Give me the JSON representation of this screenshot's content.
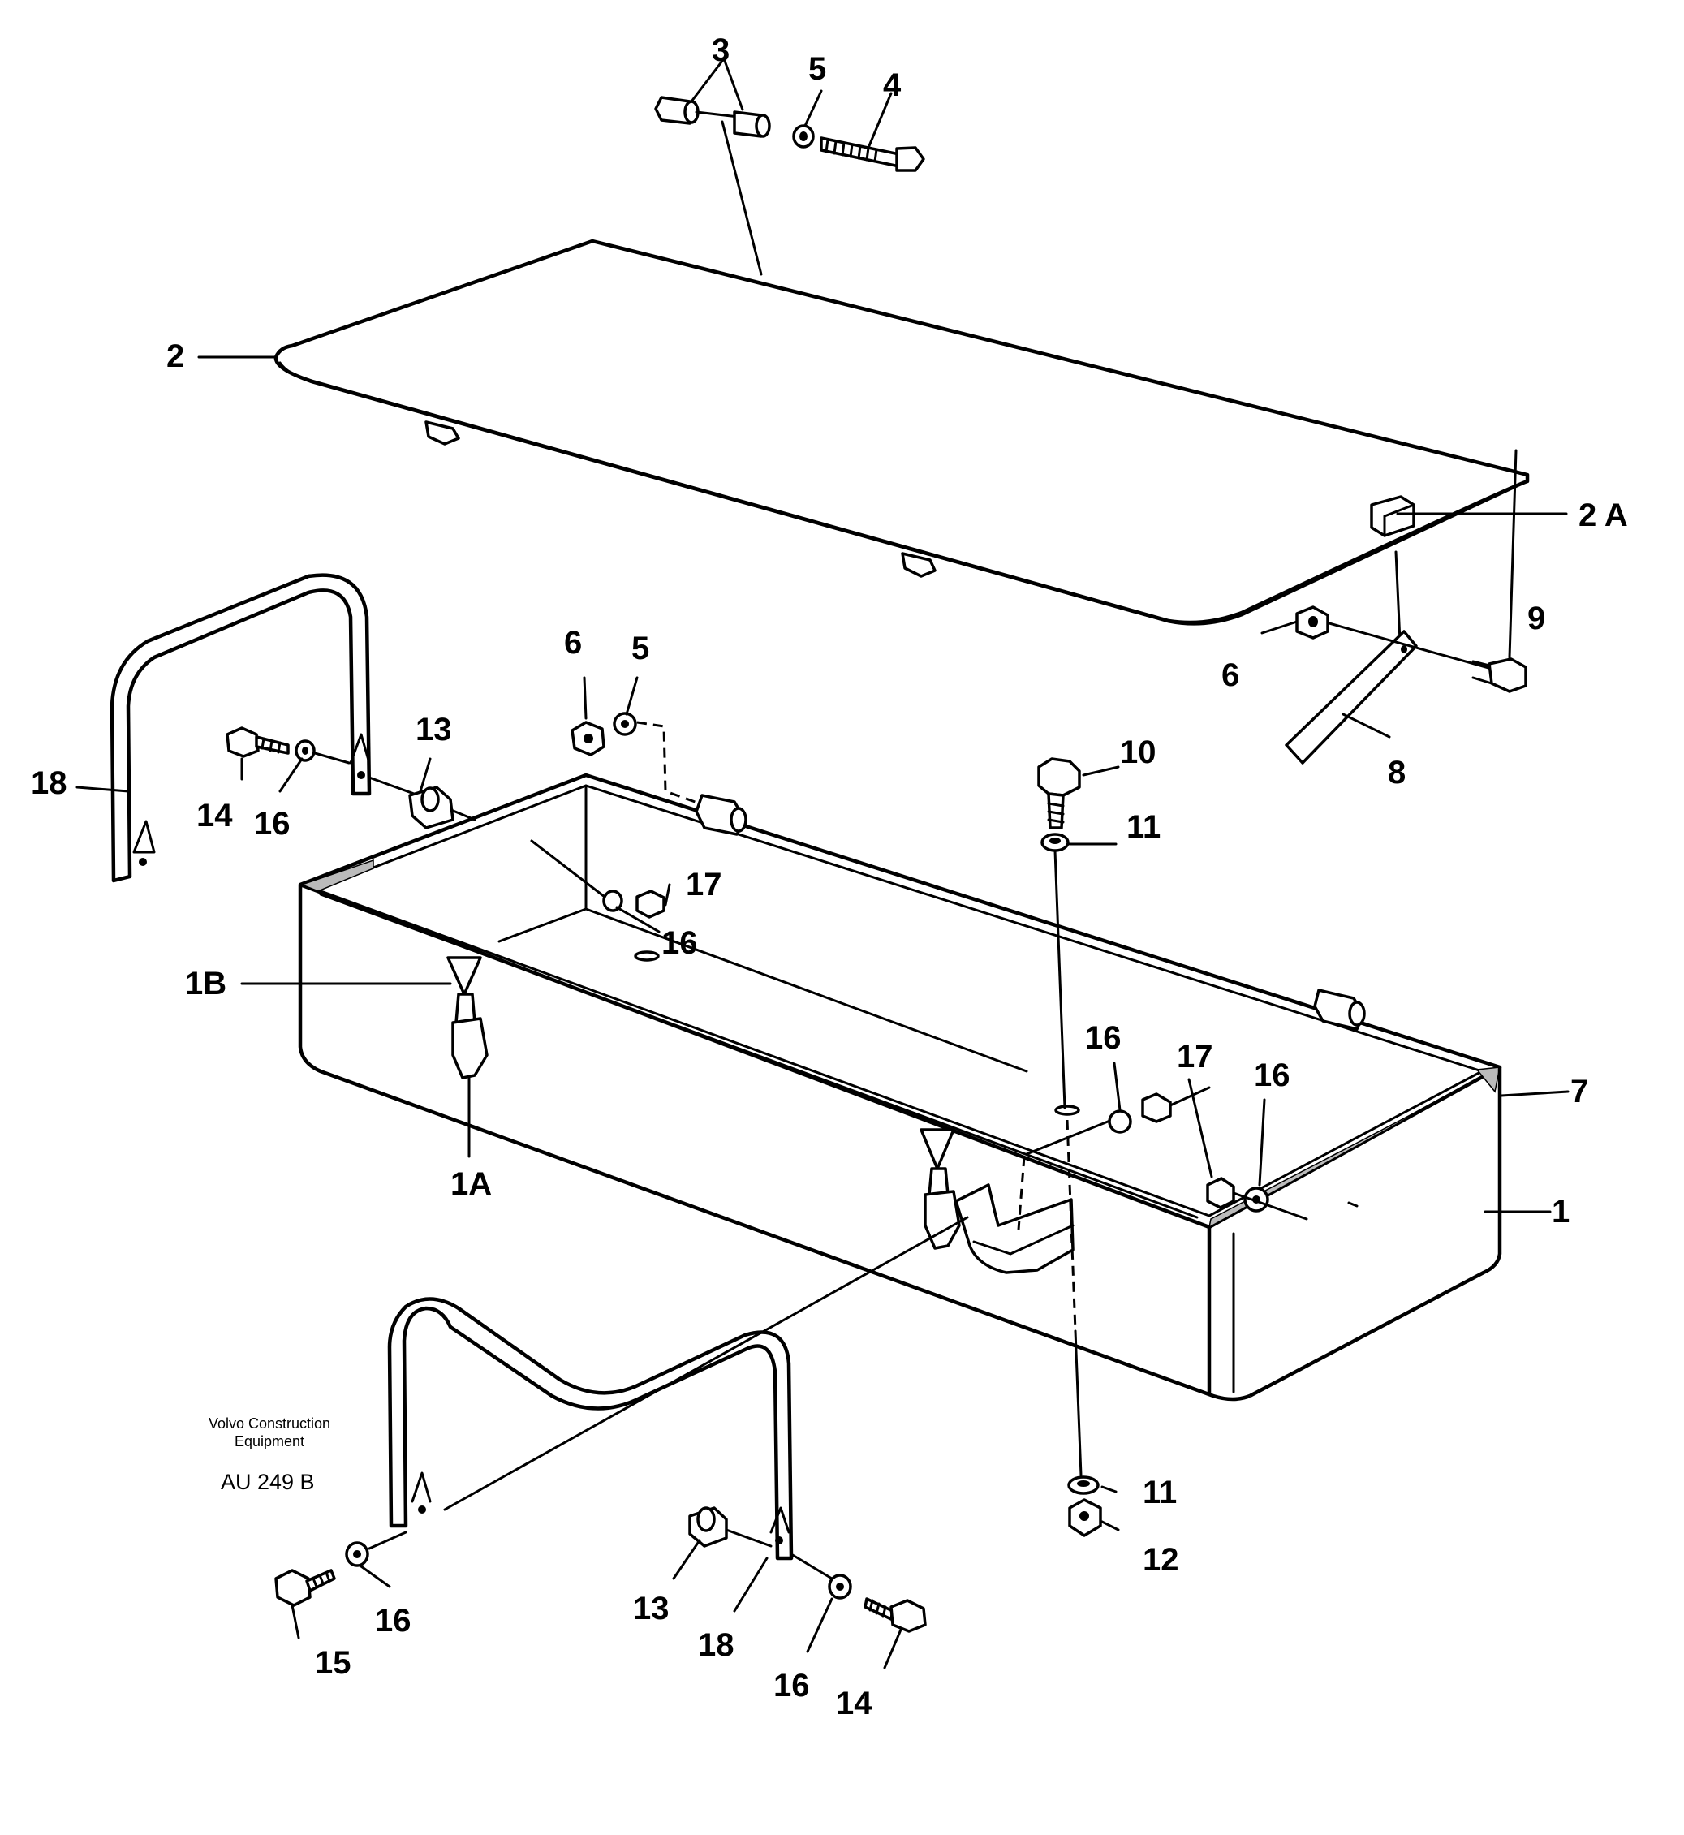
{
  "diagram": {
    "labels": {
      "l1": "1",
      "l1A": "1A",
      "l1B": "1B",
      "l2": "2",
      "l2A": "2 A",
      "l3": "3",
      "l4": "4",
      "l5a": "5",
      "l5b": "5",
      "l6a": "6",
      "l6b": "6",
      "l7": "7",
      "l8": "8",
      "l9": "9",
      "l10": "10",
      "l11a": "11",
      "l11b": "11",
      "l12": "12",
      "l13a": "13",
      "l13b": "13",
      "l14a": "14",
      "l14b": "14",
      "l15": "15",
      "l16a": "16",
      "l16b": "16",
      "l16c": "16",
      "l16d": "16",
      "l16e": "16",
      "l16f": "16",
      "l17a": "17",
      "l17b": "17",
      "l18a": "18",
      "l18b": "18"
    },
    "credit_line1": "Volvo Construction",
    "credit_line2": "Equipment",
    "drawing_code": "AU 249  B"
  }
}
